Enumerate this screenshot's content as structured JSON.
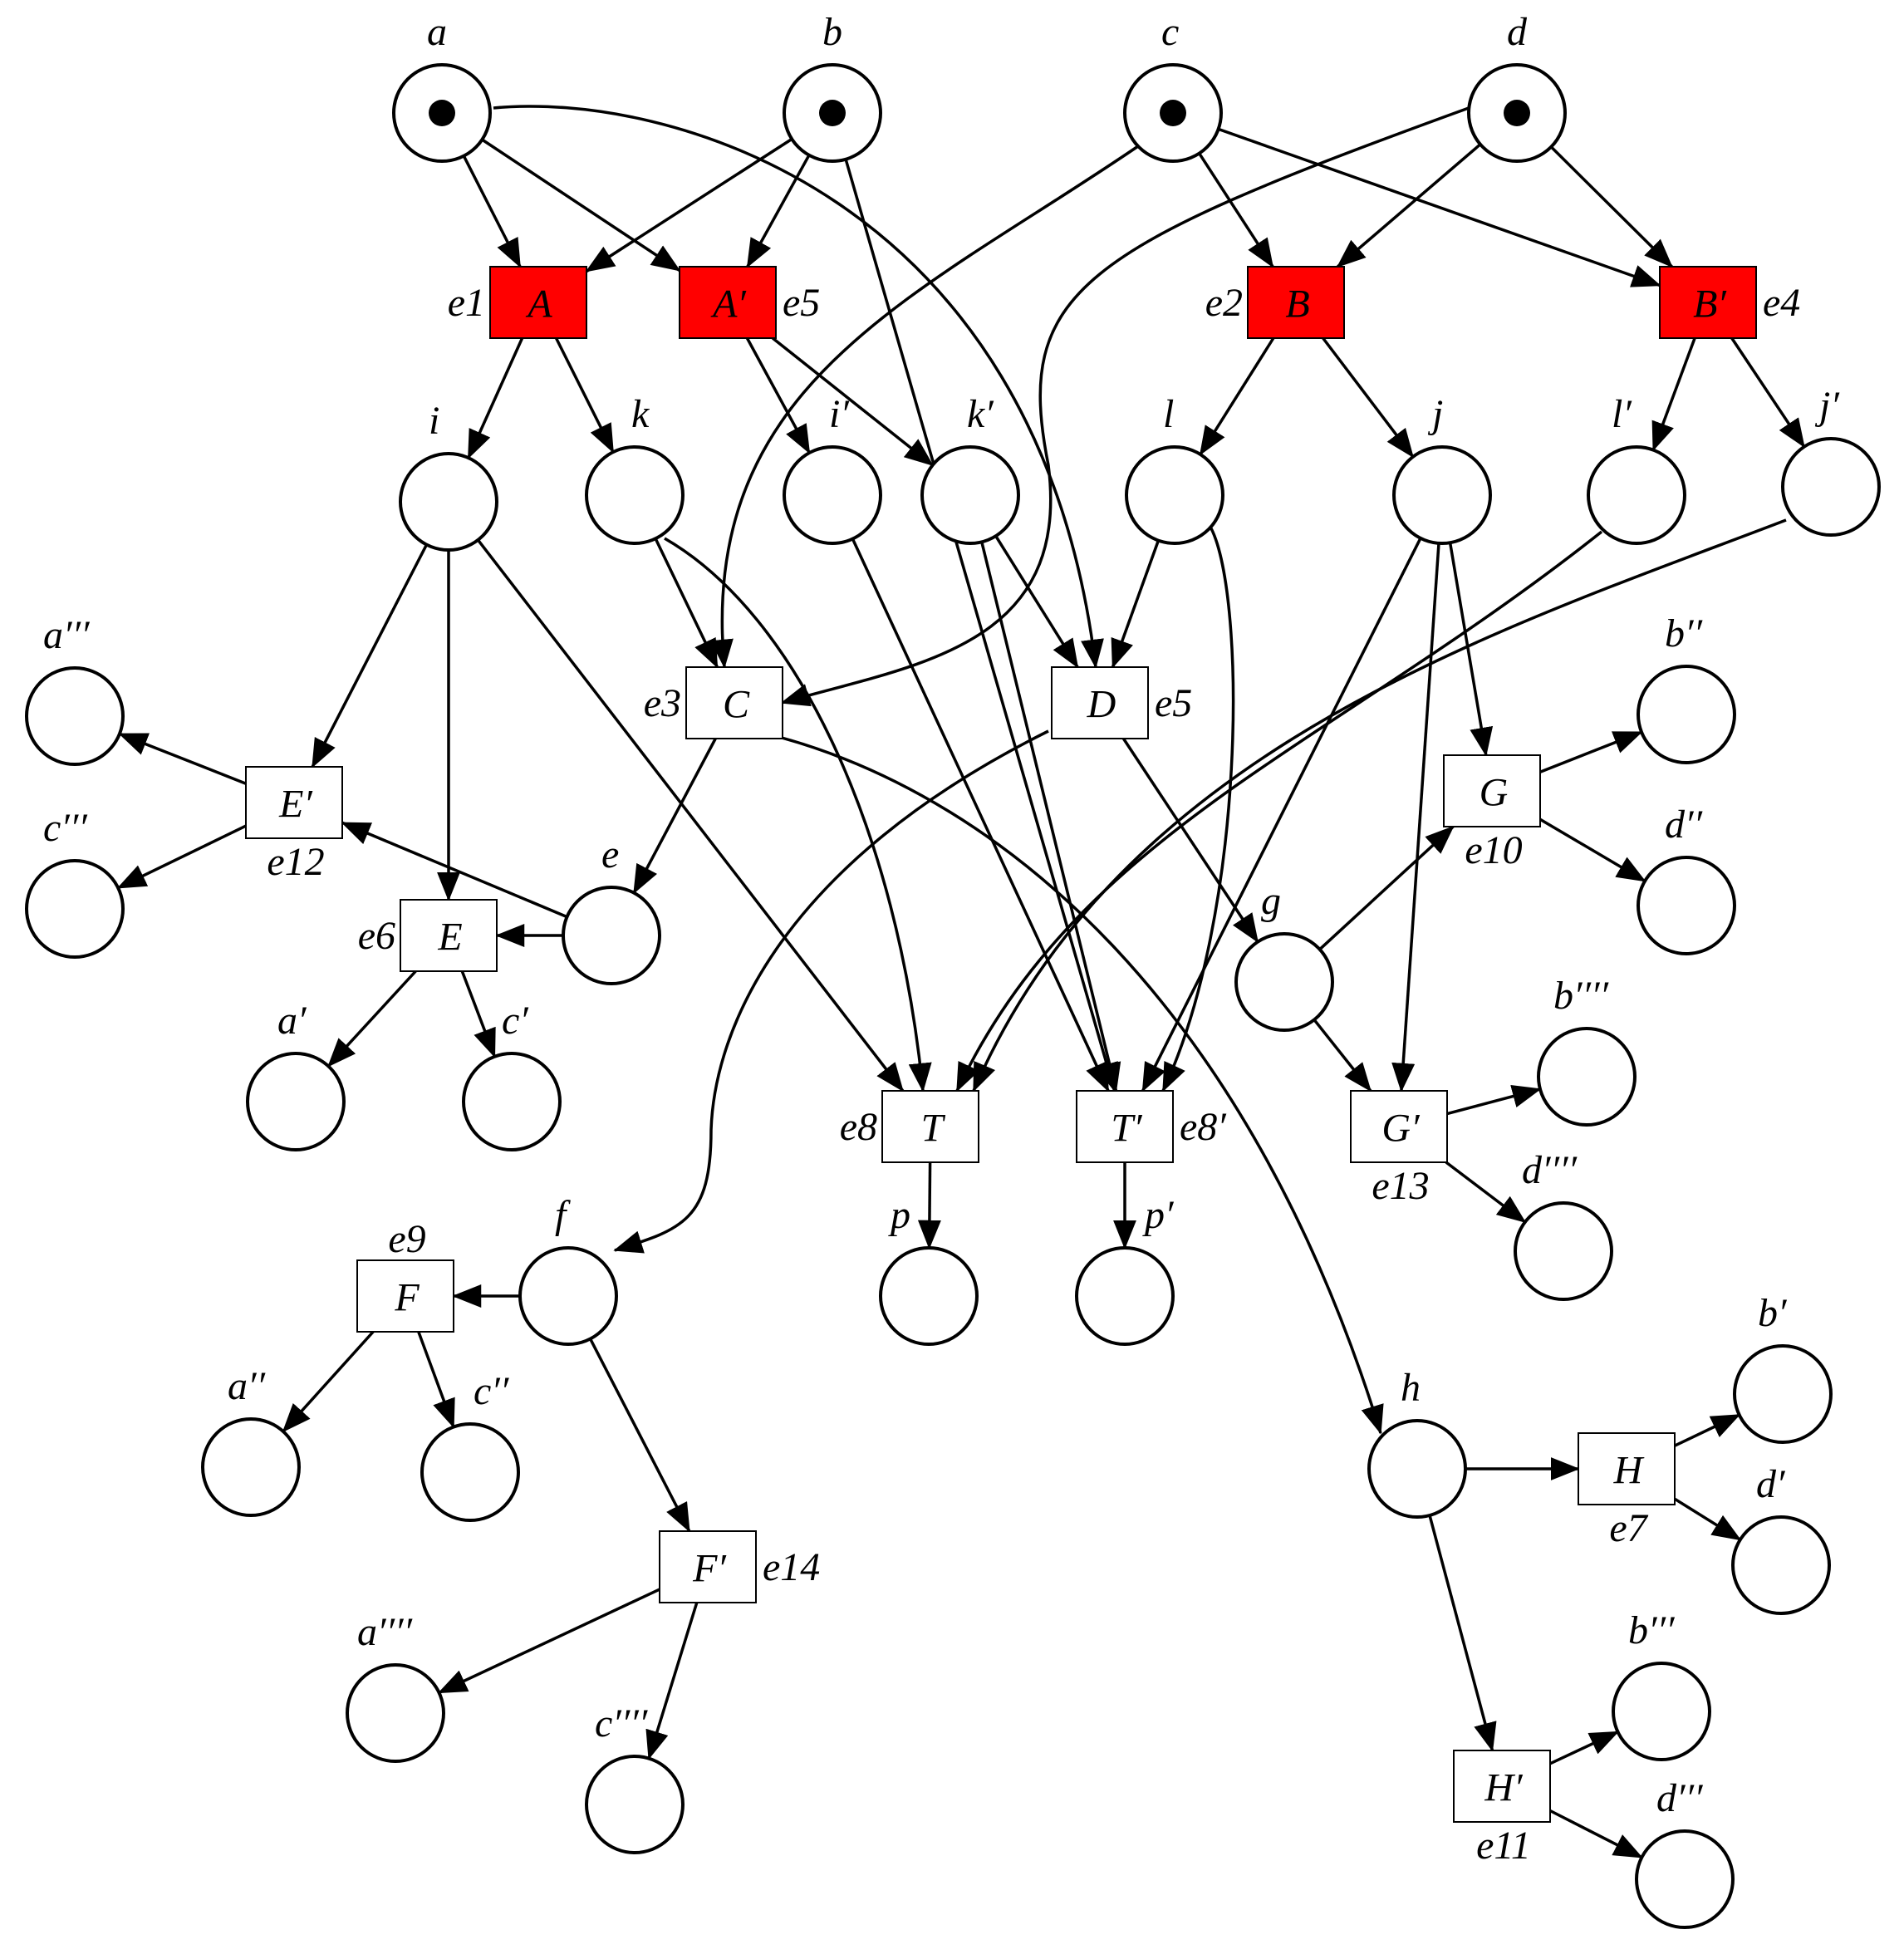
{
  "colors": {
    "fired": "#ff0000",
    "normal": "#ffffff",
    "stroke": "#000000"
  },
  "places": [
    {
      "id": "a",
      "label": "a",
      "marked": true
    },
    {
      "id": "b",
      "label": "b",
      "marked": true
    },
    {
      "id": "c",
      "label": "c",
      "marked": true
    },
    {
      "id": "d",
      "label": "d",
      "marked": true
    },
    {
      "id": "i",
      "label": "i"
    },
    {
      "id": "k",
      "label": "k"
    },
    {
      "id": "i1",
      "label": "i′"
    },
    {
      "id": "k1",
      "label": "k′"
    },
    {
      "id": "l",
      "label": "l"
    },
    {
      "id": "j",
      "label": "j"
    },
    {
      "id": "l1",
      "label": "l′"
    },
    {
      "id": "j1",
      "label": "j′"
    },
    {
      "id": "a3",
      "label": "a′′′"
    },
    {
      "id": "c3",
      "label": "c′′′"
    },
    {
      "id": "e",
      "label": "e"
    },
    {
      "id": "a1",
      "label": "a′"
    },
    {
      "id": "c1",
      "label": "c′"
    },
    {
      "id": "b2",
      "label": "b′′"
    },
    {
      "id": "d2",
      "label": "d′′"
    },
    {
      "id": "g",
      "label": "g"
    },
    {
      "id": "b4",
      "label": "b′′′′"
    },
    {
      "id": "d4",
      "label": "d′′′′"
    },
    {
      "id": "f",
      "label": "f"
    },
    {
      "id": "p",
      "label": "p"
    },
    {
      "id": "p1",
      "label": "p′"
    },
    {
      "id": "a2",
      "label": "a′′"
    },
    {
      "id": "c2",
      "label": "c′′"
    },
    {
      "id": "h",
      "label": "h"
    },
    {
      "id": "b1",
      "label": "b′"
    },
    {
      "id": "d1",
      "label": "d′"
    },
    {
      "id": "a4",
      "label": "a′′′′"
    },
    {
      "id": "c4",
      "label": "c′′′′"
    },
    {
      "id": "b3",
      "label": "b′′′"
    },
    {
      "id": "d3",
      "label": "d′′′"
    }
  ],
  "transitions": [
    {
      "id": "A",
      "label": "A",
      "event": "e1",
      "fired": true
    },
    {
      "id": "A1",
      "label": "A′",
      "event": "e5",
      "fired": true
    },
    {
      "id": "B",
      "label": "B",
      "event": "e2",
      "fired": true
    },
    {
      "id": "B1",
      "label": "B′",
      "event": "e4",
      "fired": true
    },
    {
      "id": "C",
      "label": "C",
      "event": "e3"
    },
    {
      "id": "D",
      "label": "D",
      "event": "e5"
    },
    {
      "id": "E1",
      "label": "E′",
      "event": "e12"
    },
    {
      "id": "E",
      "label": "E",
      "event": "e6"
    },
    {
      "id": "G",
      "label": "G",
      "event": "e10"
    },
    {
      "id": "G1",
      "label": "G′",
      "event": "e13"
    },
    {
      "id": "T",
      "label": "T",
      "event": "e8"
    },
    {
      "id": "T1",
      "label": "T′",
      "event": "e8′"
    },
    {
      "id": "F",
      "label": "F",
      "event": "e9"
    },
    {
      "id": "F1",
      "label": "F′",
      "event": "e14"
    },
    {
      "id": "H",
      "label": "H",
      "event": "e7"
    },
    {
      "id": "H1",
      "label": "H′",
      "event": "e11"
    }
  ],
  "arcs": [
    [
      "a",
      "A"
    ],
    [
      "a",
      "A1"
    ],
    [
      "a",
      "D"
    ],
    [
      "b",
      "A"
    ],
    [
      "b",
      "A1"
    ],
    [
      "b",
      "T1"
    ],
    [
      "c",
      "B"
    ],
    [
      "c",
      "B1"
    ],
    [
      "c",
      "C"
    ],
    [
      "d",
      "B"
    ],
    [
      "d",
      "B1"
    ],
    [
      "d",
      "C"
    ],
    [
      "A",
      "i"
    ],
    [
      "A",
      "k"
    ],
    [
      "A1",
      "i1"
    ],
    [
      "A1",
      "k1"
    ],
    [
      "B",
      "l"
    ],
    [
      "B",
      "j"
    ],
    [
      "B1",
      "l1"
    ],
    [
      "B1",
      "j1"
    ],
    [
      "i",
      "E1"
    ],
    [
      "i",
      "E"
    ],
    [
      "i",
      "T"
    ],
    [
      "k",
      "C"
    ],
    [
      "k",
      "T"
    ],
    [
      "i1",
      "T1"
    ],
    [
      "k1",
      "D"
    ],
    [
      "k1",
      "T1"
    ],
    [
      "l",
      "D"
    ],
    [
      "l",
      "T1"
    ],
    [
      "j",
      "G"
    ],
    [
      "j",
      "G1"
    ],
    [
      "j",
      "T1"
    ],
    [
      "l1",
      "T"
    ],
    [
      "j1",
      "T"
    ],
    [
      "C",
      "e"
    ],
    [
      "C",
      "h"
    ],
    [
      "D",
      "f"
    ],
    [
      "D",
      "g"
    ],
    [
      "e",
      "E"
    ],
    [
      "e",
      "E1"
    ],
    [
      "E1",
      "a3"
    ],
    [
      "E1",
      "c3"
    ],
    [
      "E",
      "a1"
    ],
    [
      "E",
      "c1"
    ],
    [
      "g",
      "G"
    ],
    [
      "g",
      "G1"
    ],
    [
      "G",
      "b2"
    ],
    [
      "G",
      "d2"
    ],
    [
      "G1",
      "b4"
    ],
    [
      "G1",
      "d4"
    ],
    [
      "T",
      "p"
    ],
    [
      "T1",
      "p1"
    ],
    [
      "f",
      "F"
    ],
    [
      "f",
      "F1"
    ],
    [
      "F",
      "a2"
    ],
    [
      "F",
      "c2"
    ],
    [
      "F1",
      "a4"
    ],
    [
      "F1",
      "c4"
    ],
    [
      "h",
      "H"
    ],
    [
      "h",
      "H1"
    ],
    [
      "H",
      "b1"
    ],
    [
      "H",
      "d1"
    ],
    [
      "H1",
      "b3"
    ],
    [
      "H1",
      "d3"
    ]
  ]
}
